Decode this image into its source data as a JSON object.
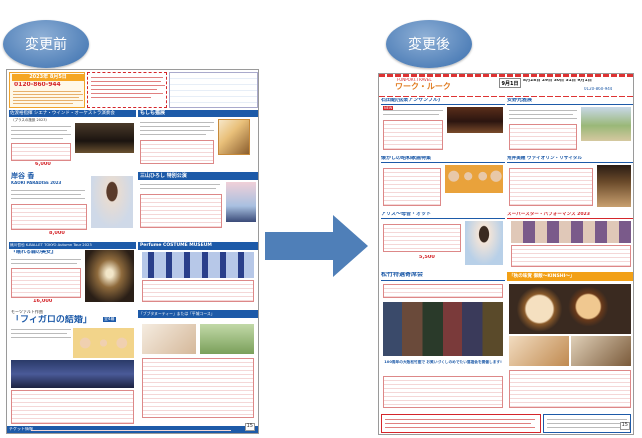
{
  "labels": {
    "before": "変更前",
    "after": "変更後"
  },
  "before": {
    "header": {
      "date": "2023年 8月5日",
      "phone": "0120-860-944"
    },
    "sections": [
      {
        "title": "佐渡裕指揮 シエナ・ウインド・オーケストラ演奏会",
        "subtitle": "〈プラスの施設 2023〉",
        "price": "6,000"
      },
      {
        "title": "もしも猫展"
      },
      {
        "title": "岸谷 香",
        "subtitle": "KAORI PARADISE 2023",
        "price": "8,000"
      },
      {
        "title": "三山ひろし 特別公演"
      },
      {
        "title": "熊川哲也 K-BALLET TOKYO Autumn Tour 2023",
        "subtitle": "『眠れる森の美女』",
        "price": "16,000"
      },
      {
        "title": "Perfume COSTUME MUSEUM"
      },
      {
        "title": "モーツァルト作曲",
        "subtitle": "「フィガロの結婚」",
        "badge": "全4幕"
      },
      {
        "title": "「ブブタヌーティー」または「平城コース」"
      }
    ],
    "footer": "チケット情報",
    "page_no": "15"
  },
  "after": {
    "header": {
      "brand": "FUNPORT.TRAVEL",
      "title": "ワーク・ルーク",
      "date": "9月1日",
      "dates_line": "8月28日 29日 30日 31日 9月1日",
      "phone": "0120-860-944"
    },
    "sections": [
      {
        "title": "石田組(弦楽アンサンブル)"
      },
      {
        "title": "安野光雅展"
      },
      {
        "title": "懐かしの昭和歌謡特集"
      },
      {
        "title": "荒井美穂 ヴァイオリン・リサイタル"
      },
      {
        "title": "アリス～母音・オット",
        "price": "5,500"
      },
      {
        "title": "スーパースター・パフォーマンス 2023"
      },
      {
        "title": "松竹特選寄席会"
      },
      {
        "title": "「秋の味覚 御飯～KINSHI～」"
      }
    ],
    "banner": "100周年の大阪松竹座で お笑いづくしのめでたい落語会を開催します!",
    "page_no": "15"
  },
  "colors": {
    "oval": "#5b89c2",
    "arrow": "#4f7fb8",
    "section_blue": "#1d5aa8",
    "red": "#d4262b",
    "orange": "#f2a016"
  }
}
